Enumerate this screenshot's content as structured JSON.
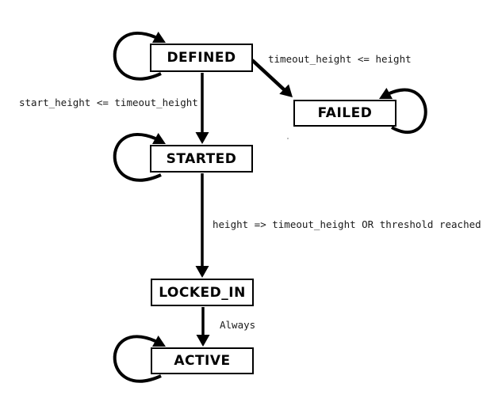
{
  "diagram": {
    "type": "state-machine",
    "states": [
      {
        "id": "DEFINED",
        "label": "DEFINED",
        "self_loop": true
      },
      {
        "id": "FAILED",
        "label": "FAILED",
        "self_loop": true
      },
      {
        "id": "STARTED",
        "label": "STARTED",
        "self_loop": true
      },
      {
        "id": "LOCKED_IN",
        "label": "LOCKED_IN",
        "self_loop": false
      },
      {
        "id": "ACTIVE",
        "label": "ACTIVE",
        "self_loop": true
      }
    ],
    "transitions": [
      {
        "from": "DEFINED",
        "to": "FAILED",
        "label": "timeout_height <= height"
      },
      {
        "from": "DEFINED",
        "to": "STARTED",
        "label": "start_height <= timeout_height"
      },
      {
        "from": "STARTED",
        "to": "LOCKED_IN",
        "label": "height => timeout_height OR threshold reached"
      },
      {
        "from": "LOCKED_IN",
        "to": "ACTIVE",
        "label": "Always"
      }
    ],
    "colors": {
      "stroke": "#000000",
      "node_fill": "#ffffff",
      "background": "#ffffff",
      "label_text": "#1a1a1a"
    }
  }
}
